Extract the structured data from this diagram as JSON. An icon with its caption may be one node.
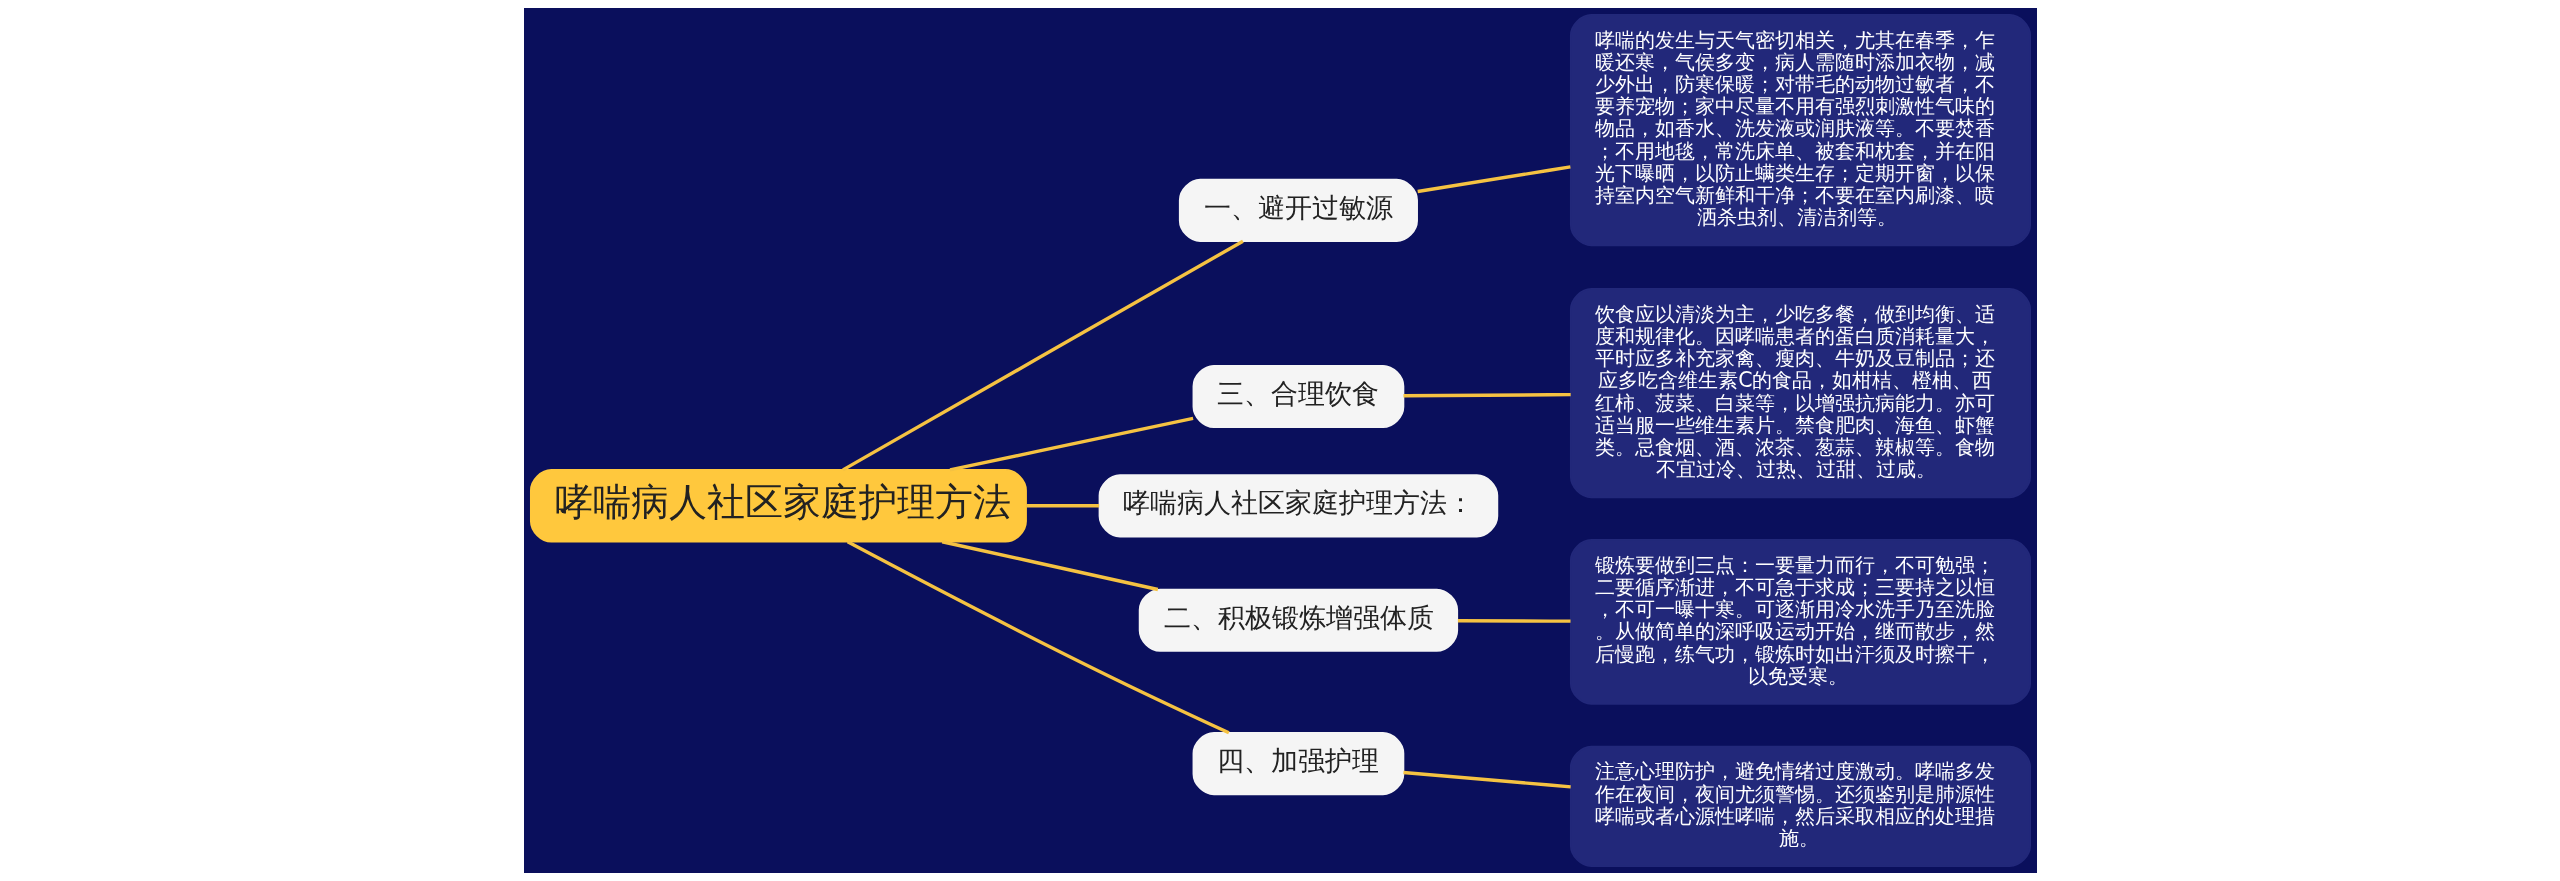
{
  "diagram": {
    "nodes": [
      {
        "text": [
          "哮喘病人社区家庭护理方法"
        ]
      },
      {
        "text": [
          "一、避开过敏源"
        ]
      },
      {
        "text": [
          "哮喘的发生与天气密切相关，尤其在春季，乍暖还寒，气侯多变，病人需随时添加衣物，减少外出，防寒保暖；对带毛的动物过敏者，不要养宠物；家中尽量不用有强烈刺激性气味的物品，如香水、洗发液或润肤液等。不要焚香；不用地毯，常洗床单、被套和枕套，并在阳光下曝晒，以防止螨类生存；定期开窗，以保持室内空气新鲜和干净；不要在室内刷漆、喷洒杀虫剂、清洁剂等。"
        ]
      },
      {
        "text": [
          "三、合理饮食"
        ]
      },
      {
        "text": [
          "饮食应以清淡为主，少吃多餐，做到均衡、适度和规律化。因哮喘患者的蛋白质消耗量大，平时应多补充家禽、瘦肉、牛奶及豆制品；还应多吃含维生素C的食品，如柑桔、橙柚、西红柿、菠菜、白菜等，以增强抗病能力。亦可适当服一些维生素片。禁食肥肉、海鱼、虾蟹类。忌食烟、酒、浓茶、葱蒜、辣椒等。食物不宜过冷、过热、过甜、过咸。"
        ]
      },
      {
        "text": [
          "哮喘病人社区家庭护理方法："
        ]
      },
      {
        "text": [
          "二、积极锻炼增强体质"
        ]
      },
      {
        "text": [
          "锻炼要做到三点：一要量力而行，不可勉强；二要循序渐进，不可急于求成；三要持之以恒，不可一曝十寒。可逐渐用冷水洗手乃至洗脸。从做简单的深呼吸运动开始，继而散步，然后慢跑，练气功，锻炼时如出汗须及时擦干，以免受寒。"
        ]
      },
      {
        "text": [
          "四、加强护理"
        ]
      },
      {
        "text": [
          "注意心理防护，避免情绪过度激动。哮喘多发作在夜间，夜间尤须警惕。还须鉴别是肺源性哮喘或者心源性哮喘，然后采取相应的处理措施。"
        ]
      }
    ],
    "edges": [
      {
        "from": 0,
        "to": 1,
        "arrow": "none"
      },
      {
        "from": 1,
        "to": 2,
        "arrow": "none"
      },
      {
        "from": 0,
        "to": 3,
        "arrow": "none"
      },
      {
        "from": 3,
        "to": 4,
        "arrow": "none"
      },
      {
        "from": 0,
        "to": 5,
        "arrow": "none"
      },
      {
        "from": 0,
        "to": 6,
        "arrow": "none"
      },
      {
        "from": 6,
        "to": 7,
        "arrow": "none"
      },
      {
        "from": 0,
        "to": 8,
        "arrow": "none"
      },
      {
        "from": 8,
        "to": 9,
        "arrow": "none"
      }
    ]
  }
}
